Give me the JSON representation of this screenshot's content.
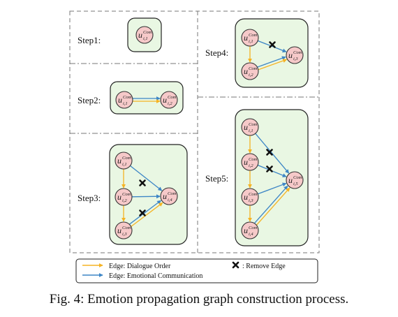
{
  "colors": {
    "dialogue_order": "#f5b323",
    "emotional_communication": "#3d86c6",
    "panel_fill": "#e9f7e3",
    "node_fill": "#f6c9c9",
    "node_stroke": "#333333",
    "dash": "#777777"
  },
  "node_label": {
    "base": "u",
    "superscript": "Com",
    "subscript_prefix": "i,"
  },
  "steps": [
    {
      "label": "Step1:",
      "nodes": [
        "1"
      ]
    },
    {
      "label": "Step2:",
      "nodes": [
        "1",
        "2"
      ]
    },
    {
      "label": "Step3:",
      "nodes": [
        "1",
        "2",
        "3",
        "4"
      ]
    },
    {
      "label": "Step4:",
      "nodes": [
        "1",
        "2",
        "3"
      ]
    },
    {
      "label": "Step5:",
      "nodes": [
        "1",
        "2",
        "3",
        "4",
        "5"
      ]
    }
  ],
  "legend": {
    "dialogue_order": "Edge: Dialogue Order",
    "emotional_communication": "Edge: Emotional Communication",
    "remove_edge": ": Remove Edge",
    "remove_icon": "x-mark-icon"
  },
  "caption": "Fig. 4: Emotion propagation graph construction process."
}
